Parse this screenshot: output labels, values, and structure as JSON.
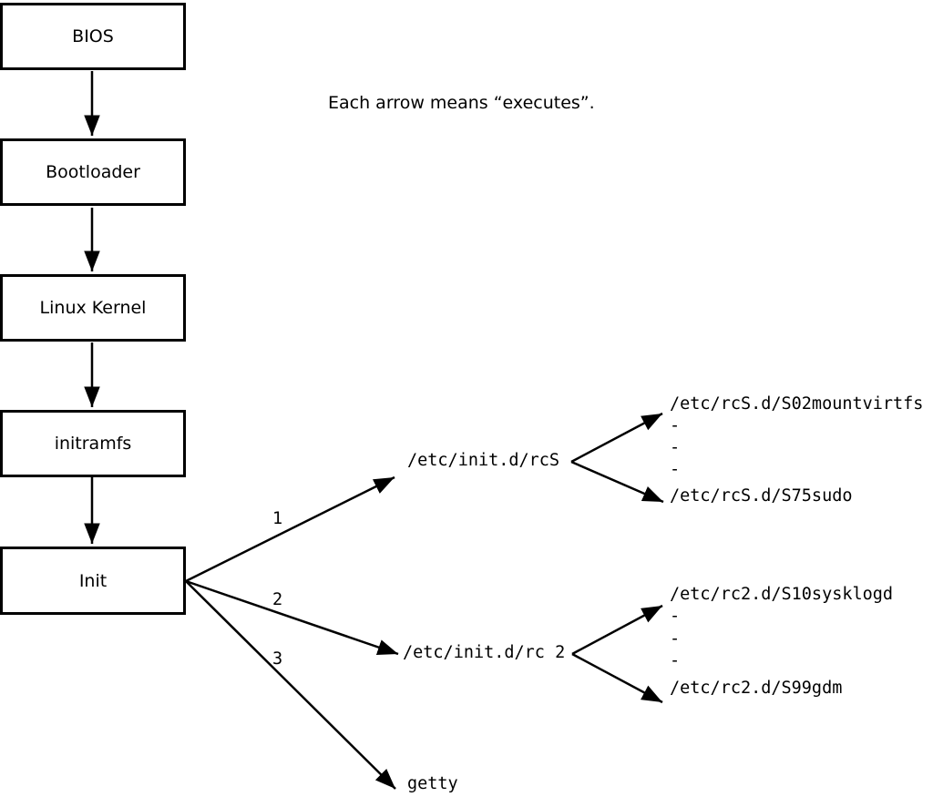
{
  "diagram": {
    "note": "Each arrow means “executes”.",
    "chain": [
      {
        "label": "BIOS"
      },
      {
        "label": "Bootloader"
      },
      {
        "label": "Linux Kernel"
      },
      {
        "label": "initramfs"
      },
      {
        "label": "Init"
      }
    ],
    "init_branches": [
      {
        "number": "1",
        "target": "/etc/init.d/rcS"
      },
      {
        "number": "2",
        "target": "/etc/init.d/rc 2"
      },
      {
        "number": "3",
        "target": "getty"
      }
    ],
    "rcS_scripts": [
      "/etc/rcS.d/S02mountvirtfs",
      "-",
      "-",
      "-",
      "/etc/rcS.d/S75sudo"
    ],
    "rc2_scripts": [
      "/etc/rc2.d/S10sysklogd",
      "-",
      "-",
      "-",
      "/etc/rc2.d/S99gdm"
    ],
    "colors": {
      "line": "#000000",
      "background": "#ffffff"
    }
  }
}
